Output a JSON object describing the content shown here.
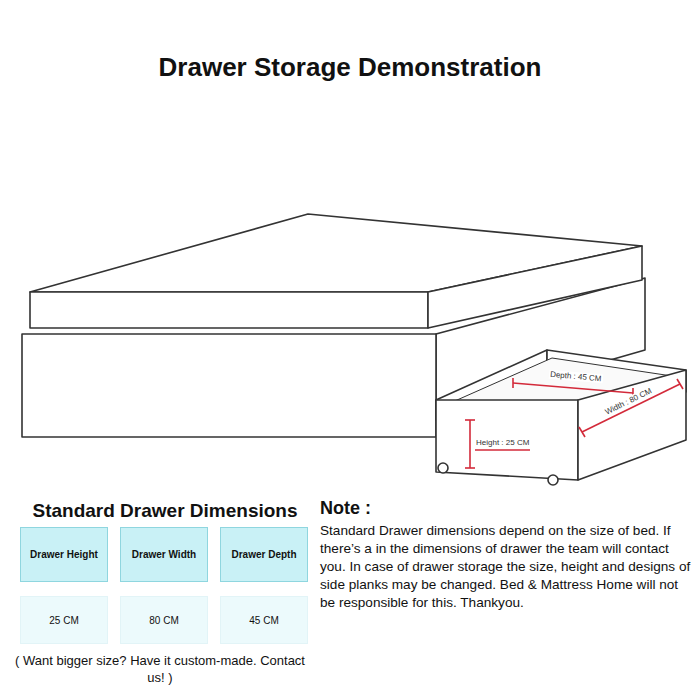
{
  "diagram": {
    "title": "Drawer Storage Demonstration",
    "nodes": [
      {
        "text": [
          "Drawer Height"
        ]
      },
      {
        "text": [
          "Drawer Width"
        ]
      },
      {
        "text": [
          "Drawer Depth"
        ]
      },
      {
        "text": [
          "25 CM"
        ]
      },
      {
        "text": [
          "80 CM"
        ]
      },
      {
        "text": [
          "45 CM"
        ]
      }
    ],
    "labels": [
      "Depth : 45 CM",
      "Width : 80 CM",
      "Height : 25 CM",
      "Standard Drawer Dimensions",
      "Note :",
      "Standard Drawer dimensions depend on the size of bed. If there’s a in the dimensions of drawer the team will contact you. In case of drawer storage the size, height and designs of side planks may be changed. Bed & Mattress Home will not be responsible for this. Thankyou.",
      "( Want bigger size? Have it custom-made. Contact us! )"
    ]
  }
}
